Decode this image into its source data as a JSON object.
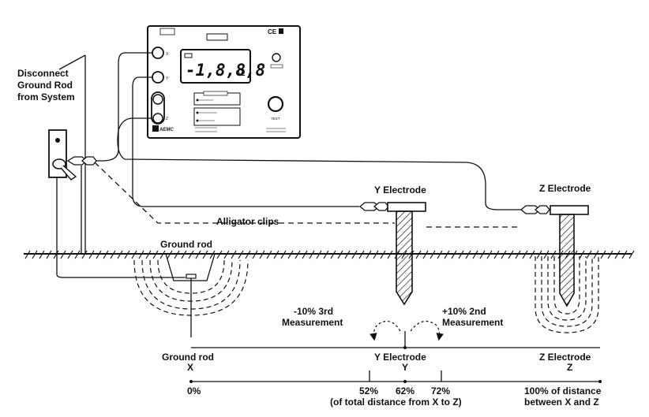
{
  "labels": {
    "disconnect_1": "Disconnect",
    "disconnect_2": "Ground Rod",
    "disconnect_3": "from System",
    "y_electrode": "Y Electrode",
    "z_electrode": "Z Electrode",
    "alligator_clips": "Alligator clips",
    "ground_rod": "Ground rod",
    "third_1": "-10%  3rd",
    "third_2": "Measurement",
    "second_1": "+10%  2nd",
    "second_2": "Measurement"
  },
  "meter": {
    "display": "-1,8,8,8",
    "unit": "Ω",
    "ce_mark": "CE",
    "brand": "AEMC",
    "test_button": "TEST",
    "terminals": [
      "X",
      "Y",
      "Z"
    ]
  },
  "scale": {
    "x_top": "Ground rod",
    "x_letter": "X",
    "y_top": "Y Electrode",
    "y_letter": "Y",
    "z_top": "Z Electrode",
    "z_letter": "Z",
    "p0": "0%",
    "p52": "52%",
    "p62": "62%",
    "p72": "72%",
    "p100_1": "100% of distance",
    "p100_2": "between X and Z",
    "note": "(of total distance from X to Z)"
  }
}
